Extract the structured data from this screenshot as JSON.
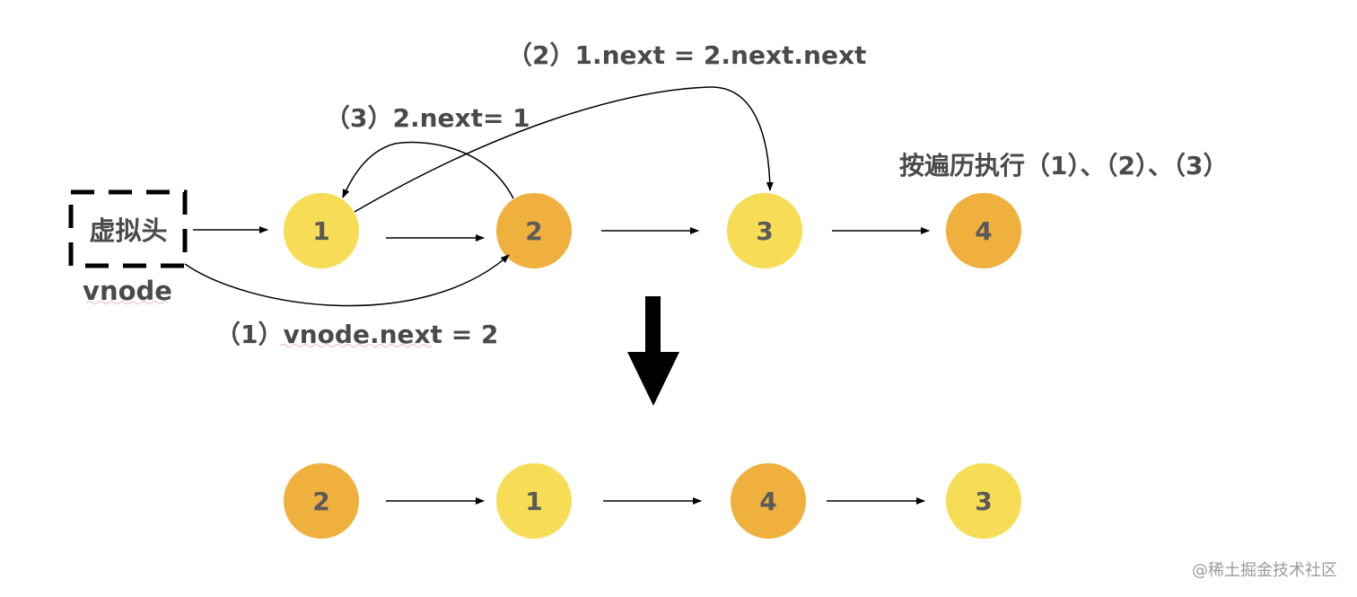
{
  "colors": {
    "node_light": "#f7dc55",
    "node_dark": "#f0b03e",
    "text": "#4a4a4a",
    "arrow": "#000000"
  },
  "virtual_head": {
    "label": "虚拟头",
    "sublabel": "vnode"
  },
  "before_nodes": [
    {
      "label": "1",
      "color": "node_light"
    },
    {
      "label": "2",
      "color": "node_dark"
    },
    {
      "label": "3",
      "color": "node_light"
    },
    {
      "label": "4",
      "color": "node_dark"
    }
  ],
  "after_nodes": [
    {
      "label": "2",
      "color": "node_dark"
    },
    {
      "label": "1",
      "color": "node_light"
    },
    {
      "label": "4",
      "color": "node_dark"
    },
    {
      "label": "3",
      "color": "node_light"
    }
  ],
  "steps": {
    "step1": "（1）vnode.next = 2",
    "step2": "（2）1.next = 2.next.next",
    "step3": "（3）2.next= 1",
    "order_note": "按遍历执行（1）、（2）、（3）"
  },
  "watermark": "@稀土掘金技术社区"
}
